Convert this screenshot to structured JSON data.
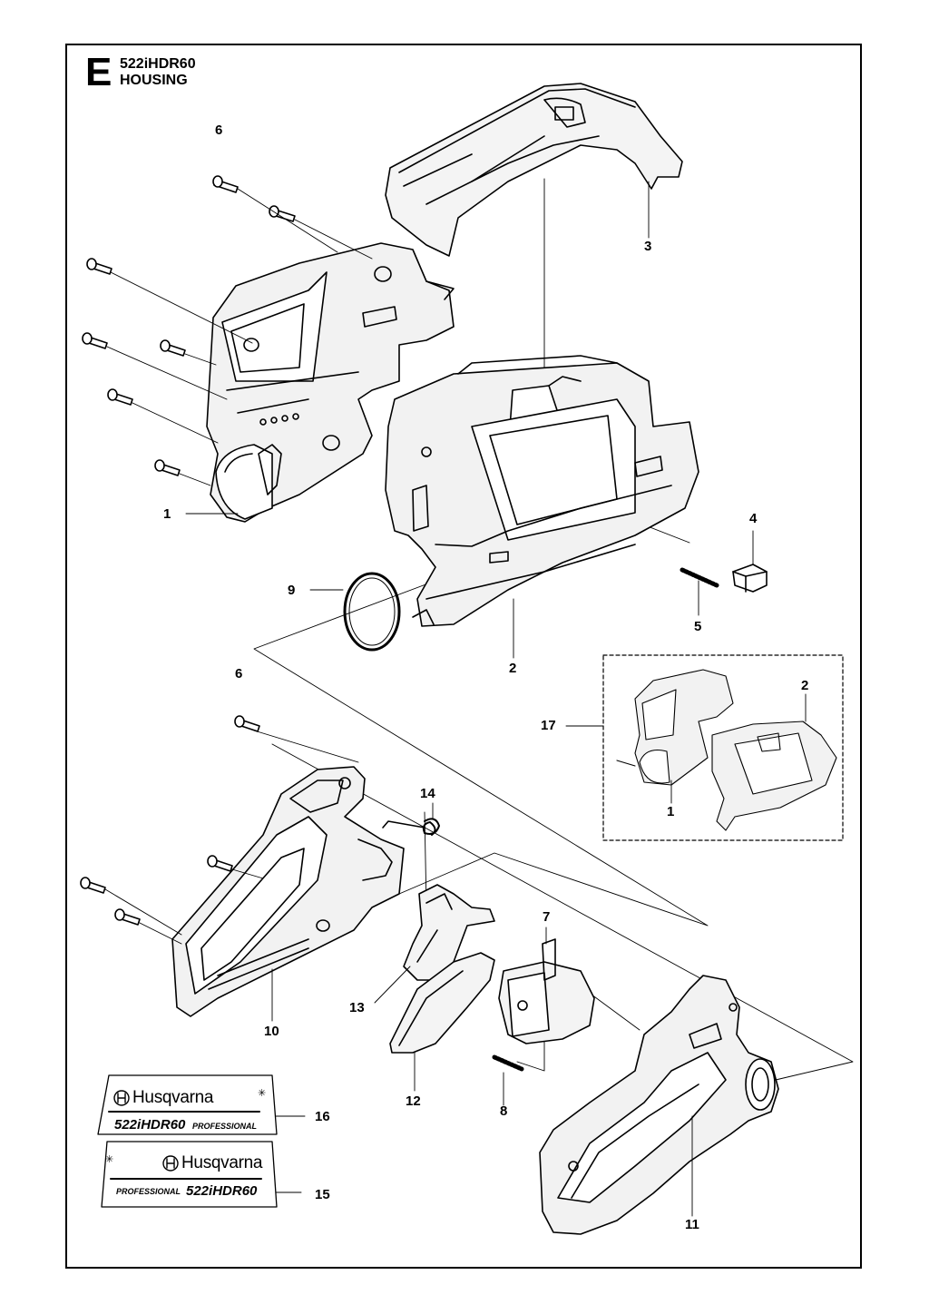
{
  "header": {
    "section_letter": "E",
    "model": "522iHDR60",
    "section_title": "HOUSING"
  },
  "callouts": [
    "6",
    "3",
    "1",
    "4",
    "9",
    "5",
    "2",
    "6",
    "2",
    "17",
    "1",
    "14",
    "7",
    "13",
    "10",
    "12",
    "8",
    "16",
    "15",
    "11"
  ],
  "decals": {
    "decal_16": {
      "brand": "Husqvarna",
      "model": "522iHDR60",
      "pro": "PROFESSIONAL"
    },
    "decal_15": {
      "brand": "Husqvarna",
      "model": "522iHDR60",
      "pro": "PROFESSIONAL"
    }
  },
  "icons": {
    "bluetooth": "bluetooth-icon",
    "logo": "husqvarna-crown-icon"
  }
}
